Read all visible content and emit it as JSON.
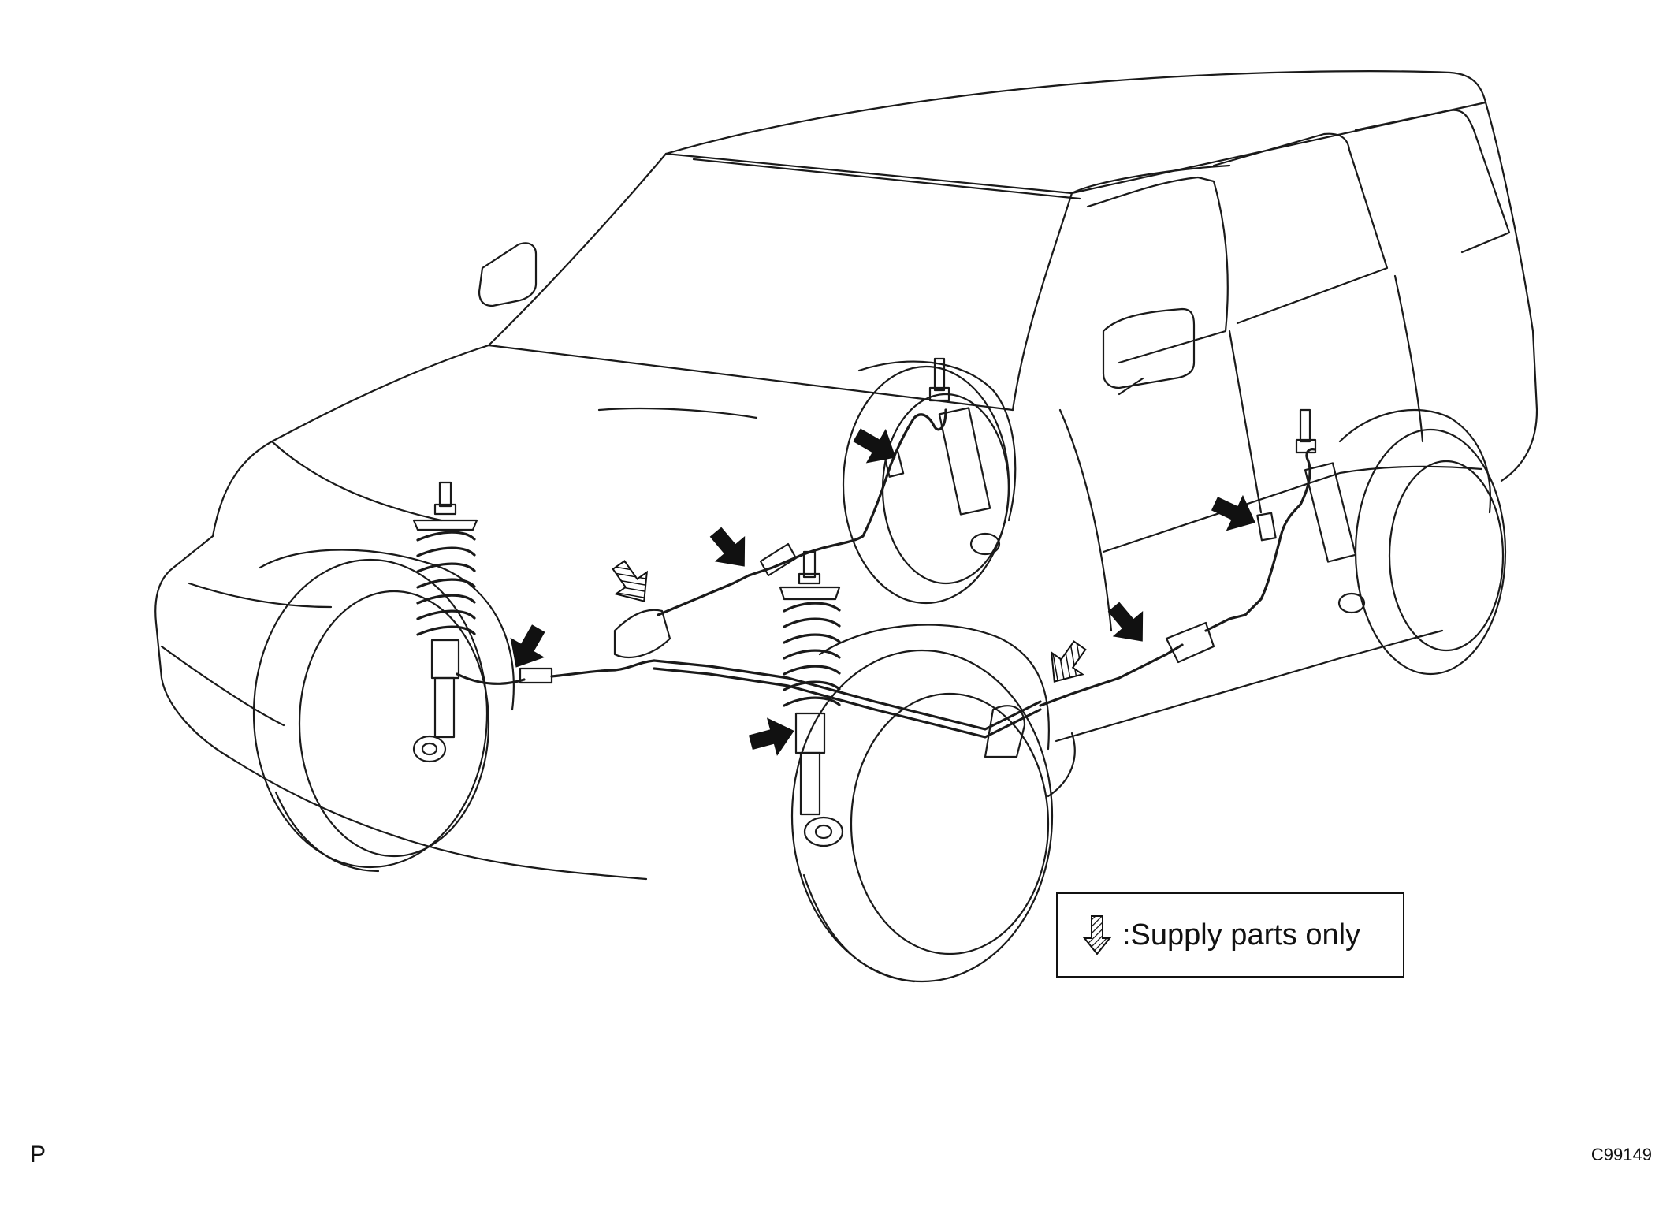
{
  "legend": {
    "text": ":Supply parts only",
    "icon": "hatched-arrow-icon"
  },
  "corner_left": "P",
  "figure_code": "C99149",
  "icons": {
    "solid_arrow": "solid-arrow-icon",
    "hatched_arrow": "hatched-arrow-icon"
  }
}
